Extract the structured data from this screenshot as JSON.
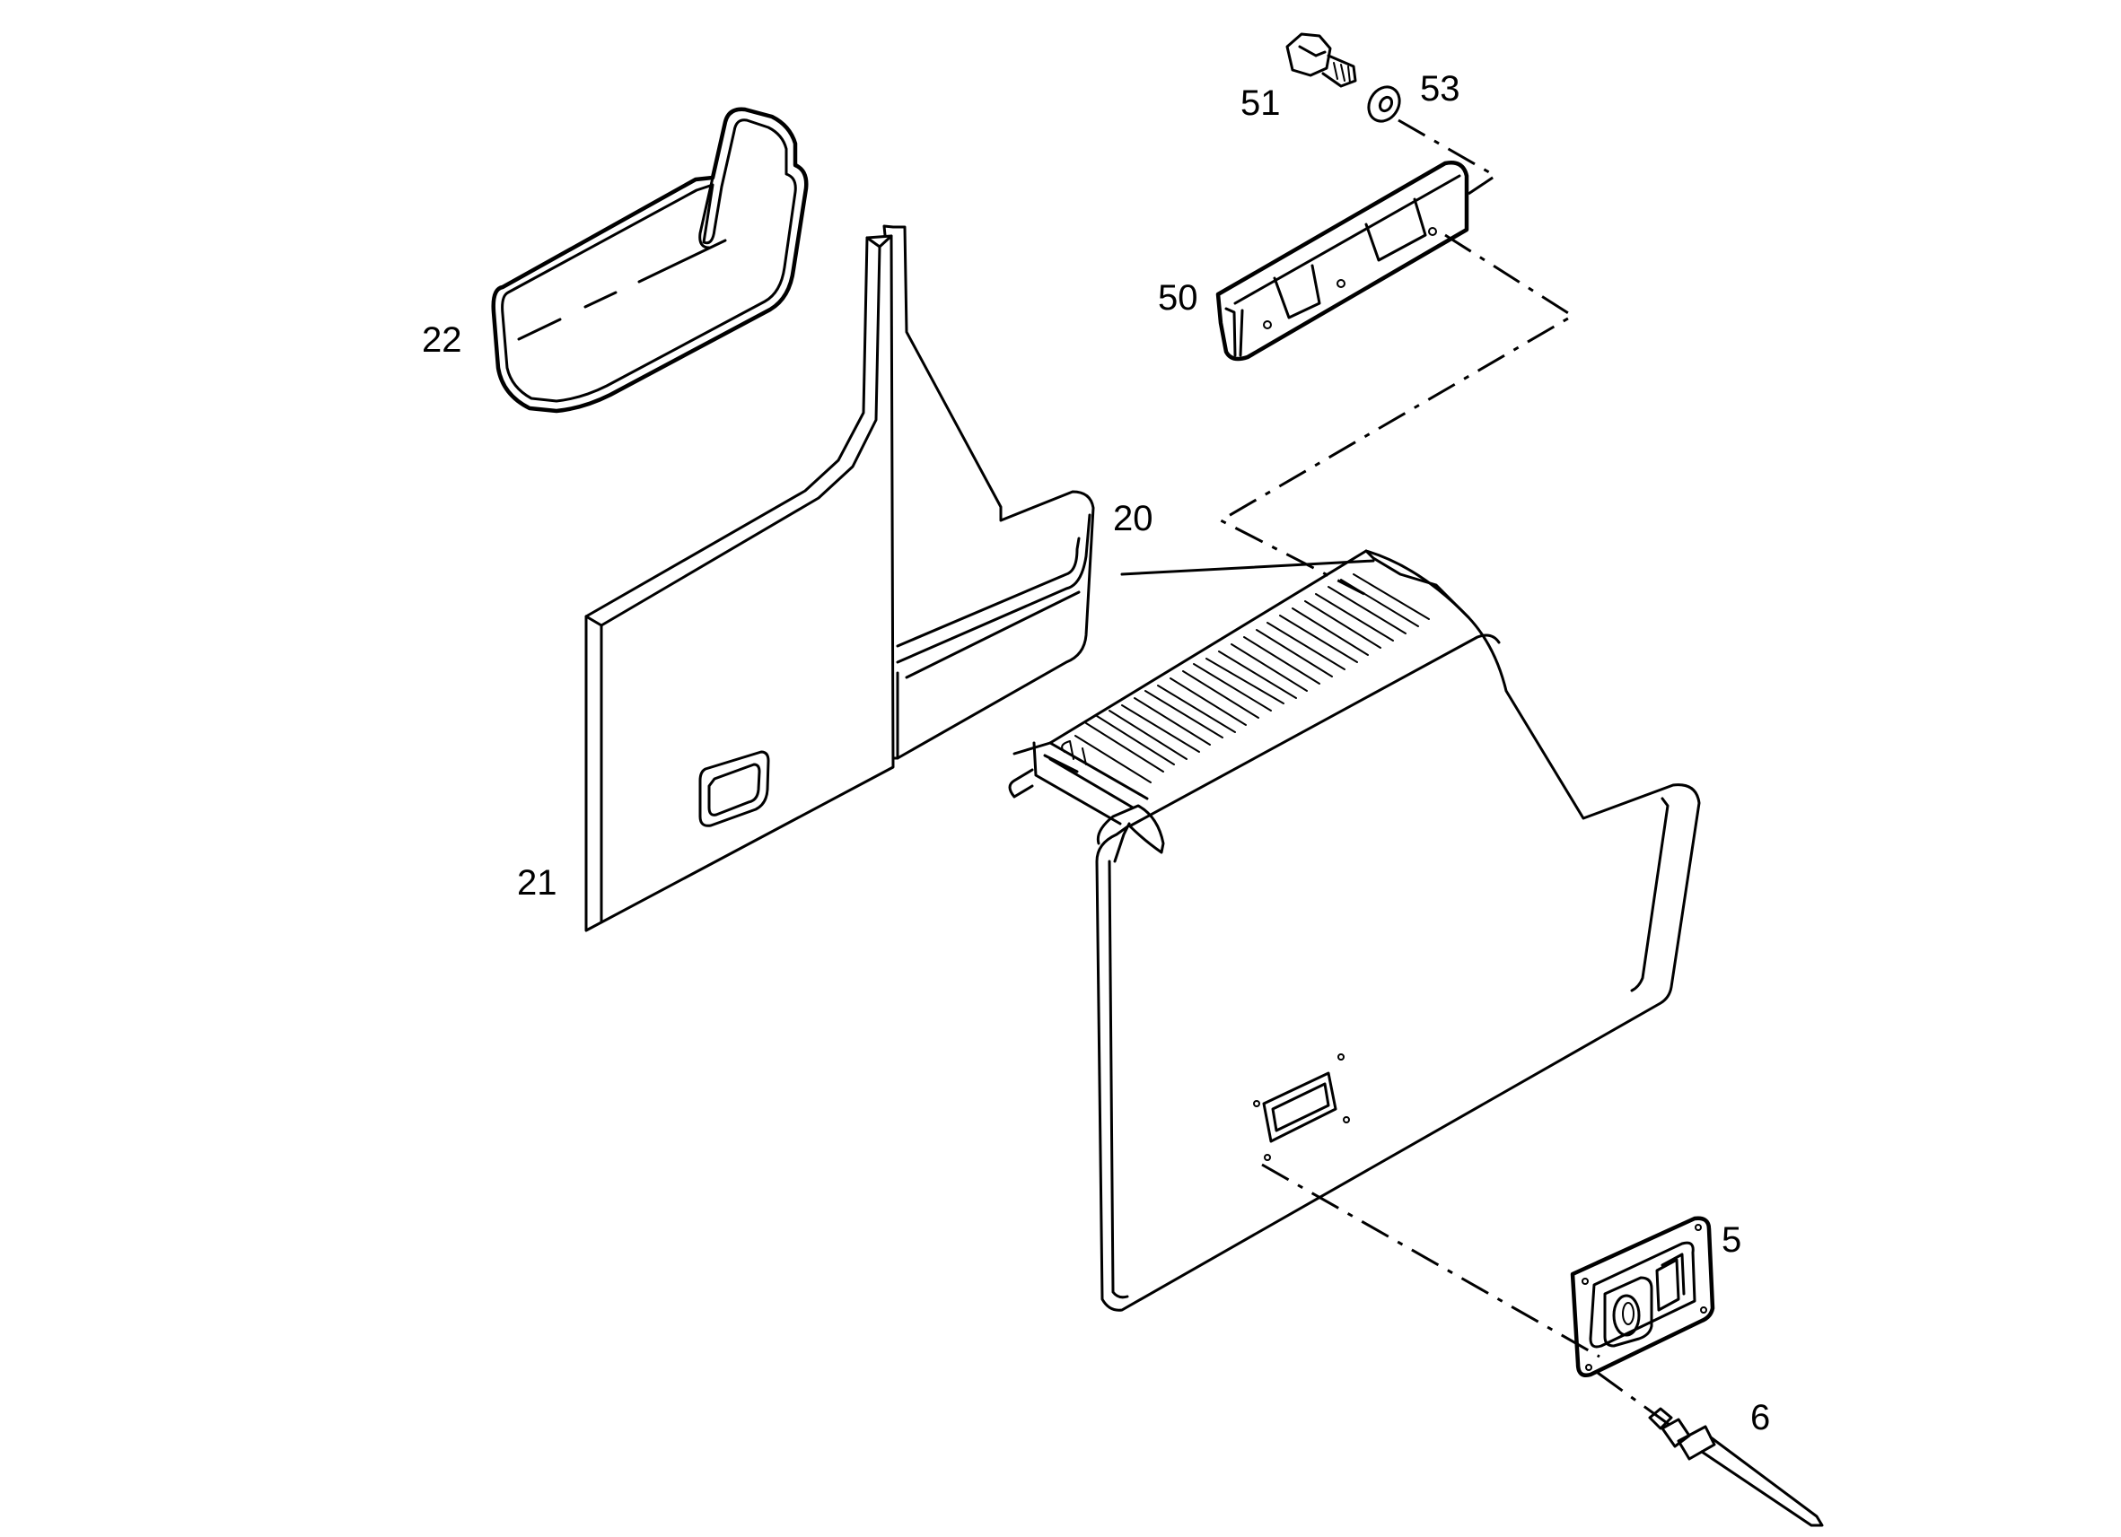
{
  "callouts": {
    "c5": "5",
    "c6": "6",
    "c20": "20",
    "c21": "21",
    "c22": "22",
    "c50": "50",
    "c51": "51",
    "c53": "53"
  },
  "colors": {
    "line": "#000000",
    "background": "#ffffff"
  }
}
